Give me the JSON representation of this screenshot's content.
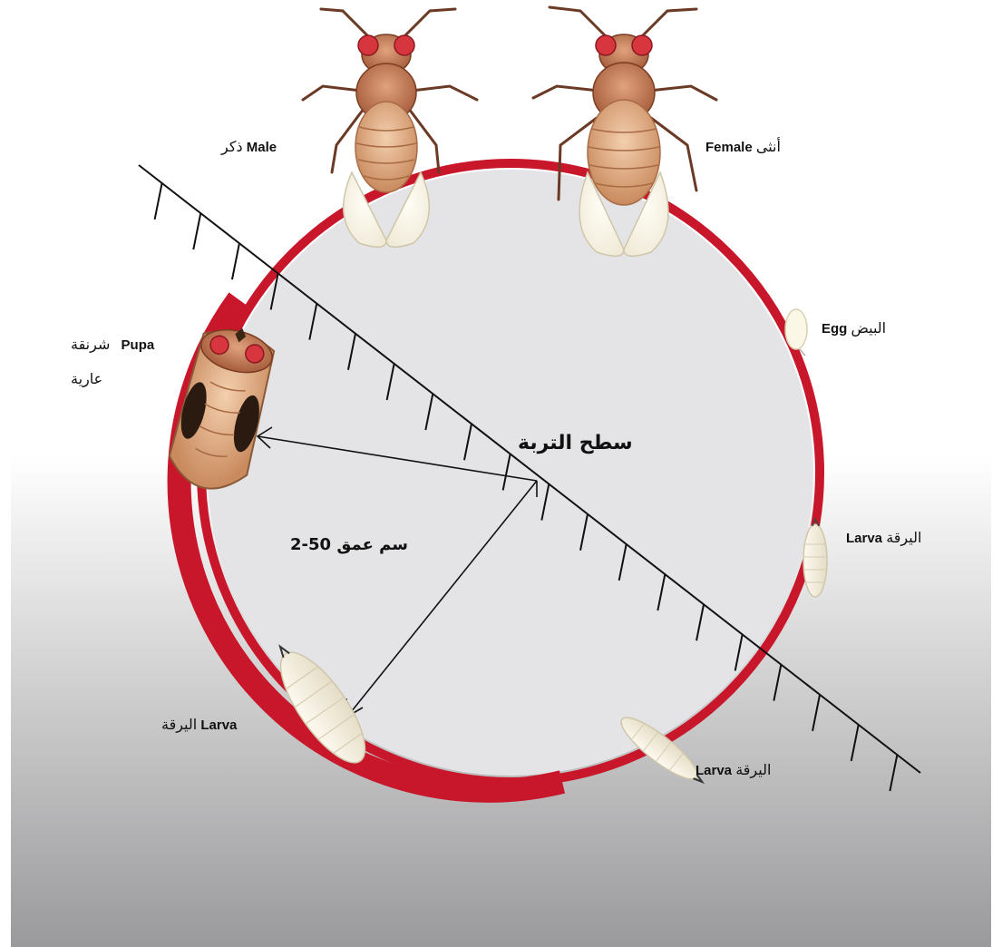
{
  "colors": {
    "ring": "#c8172a",
    "ring_inner": "#e4e4e6",
    "bg_top": "#ffffff",
    "bg_bottom": "#9a9a9c"
  },
  "labels": {
    "male_en": "Male",
    "male_ar": "ذكر",
    "female_en": "Female",
    "female_ar": "أنثى",
    "egg_en": "Egg",
    "egg_ar": "البيض",
    "larva_right_en": "Larva",
    "larva_right_ar": "اليرقة",
    "larva_bottom_en": "Larva",
    "larva_bottom_ar": "اليرقة",
    "larva_left_en": "Larva",
    "larva_left_ar": "اليرقة",
    "pupa_en": "Pupa",
    "pupa_ar_line1": "شرنقة",
    "pupa_ar_line2": "عارية",
    "soil_surface": "سطح التربة",
    "depth": "2-50 سم عمق"
  },
  "icons": {
    "male_fly": "fruit-fly-male-icon",
    "female_fly": "fruit-fly-female-icon",
    "egg": "egg-icon",
    "larva": "larva-icon",
    "pupa": "pupa-icon"
  }
}
